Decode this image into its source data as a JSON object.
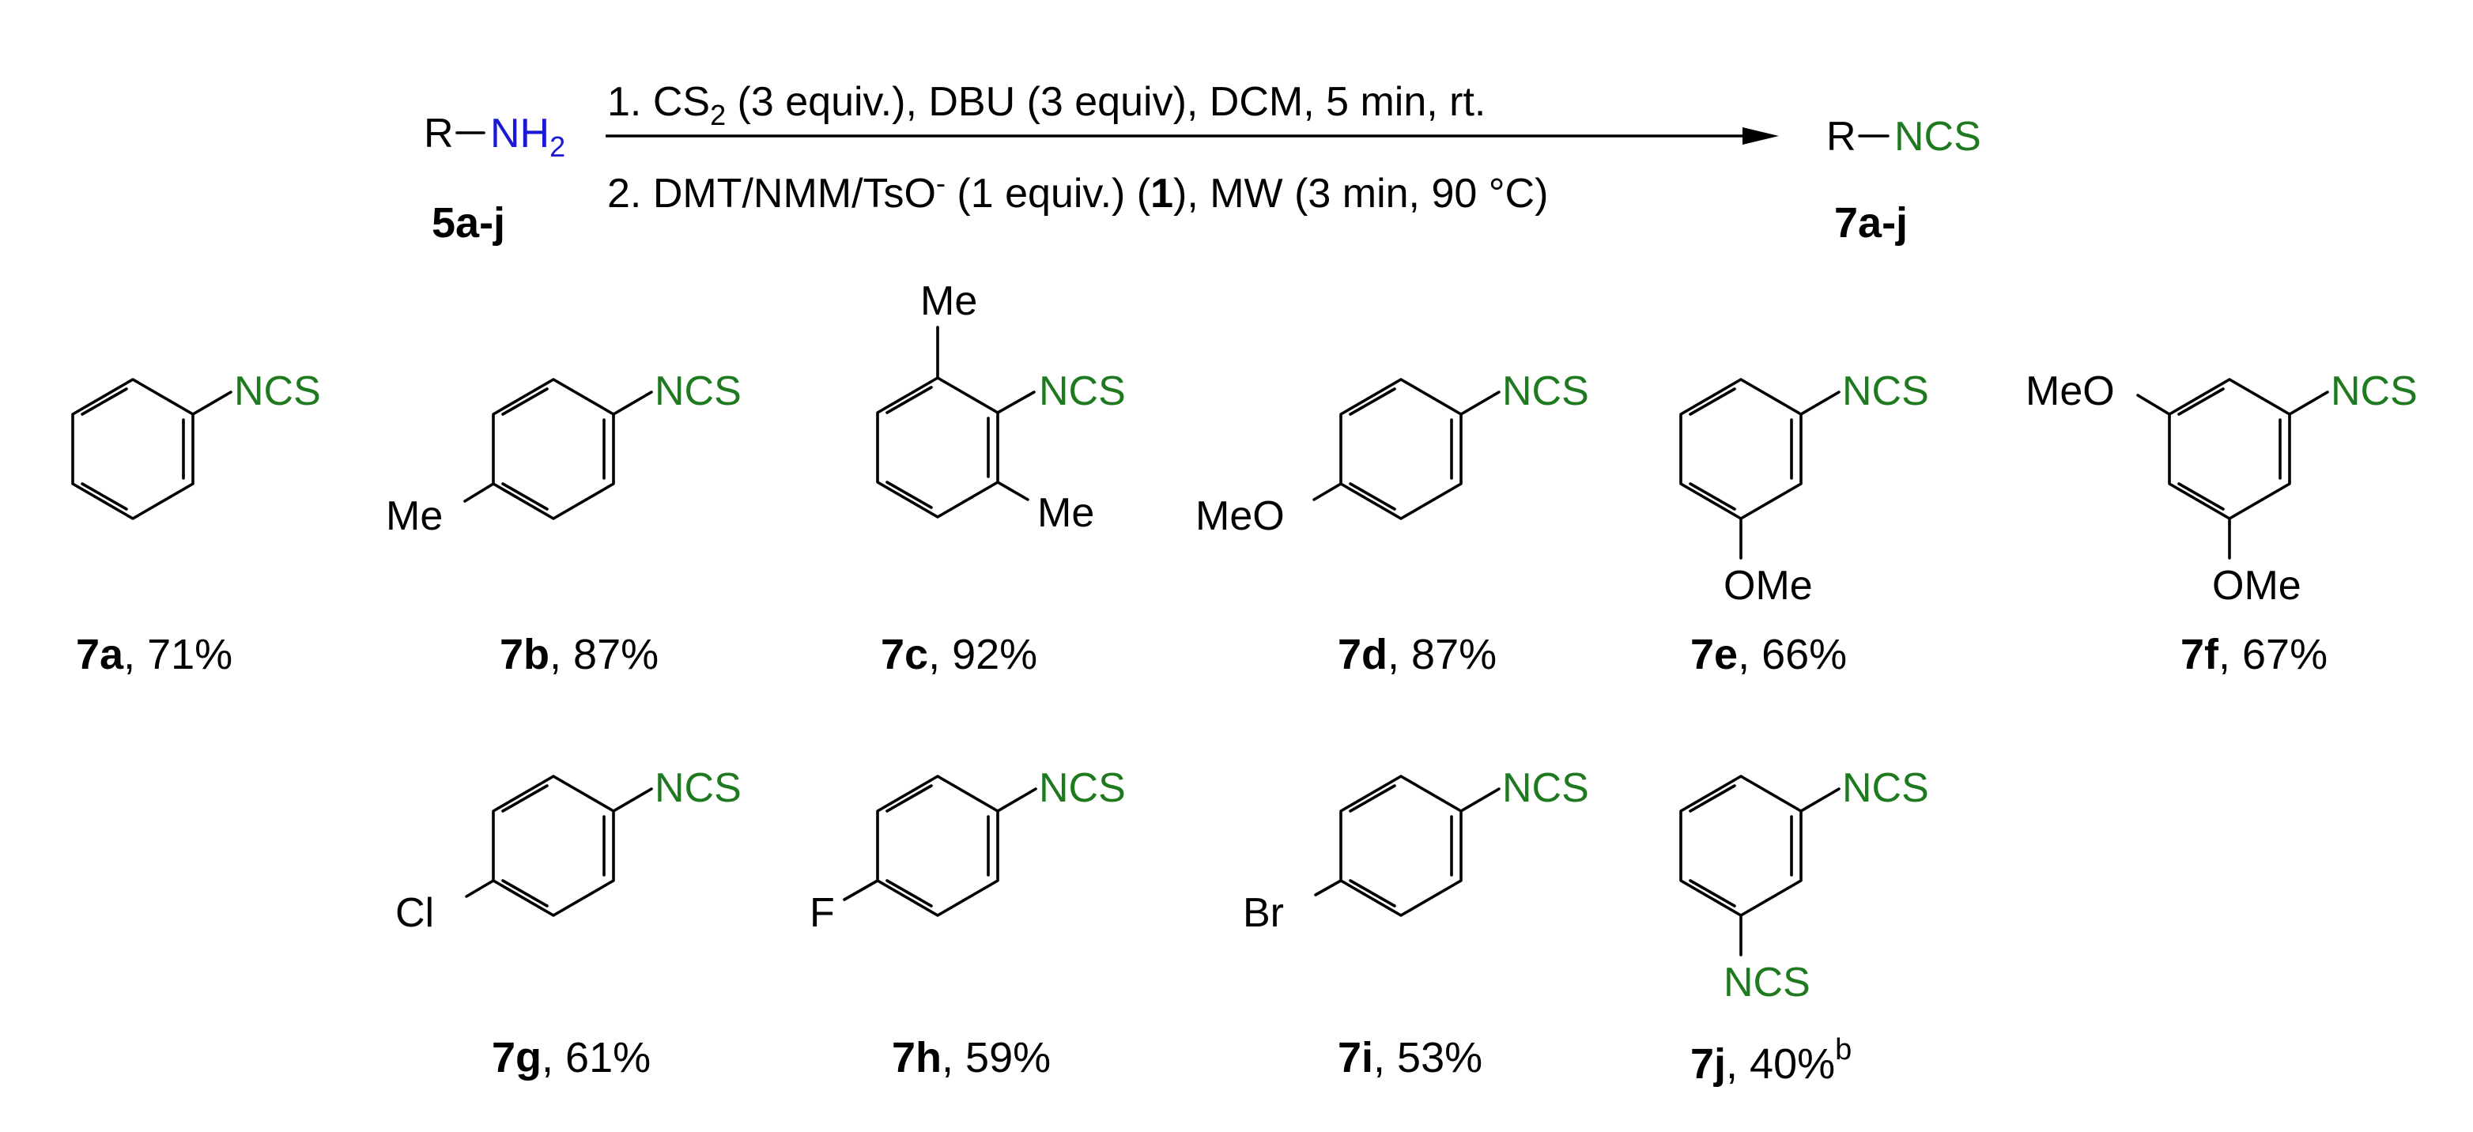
{
  "colors": {
    "ncs": "#1f7a1f",
    "amine_n": "#1a1ad6",
    "bond": "#000000"
  },
  "reaction": {
    "reactant": {
      "r": "R",
      "group": "NH",
      "sub": "2",
      "id": "5a-j"
    },
    "condition1": {
      "a": "1. CS",
      "sub": "2",
      "b": " (3 equiv.), DBU (3 equiv), DCM, 5 min, rt."
    },
    "condition2": {
      "a": "2. DMT/NMM/TsO",
      "sup": "-",
      "b": " (1 equiv.) (",
      "bold": "1",
      "c": "), MW (3 min, 90 °C)"
    },
    "product": {
      "r": "R",
      "group": "NCS",
      "id": "7a-j"
    }
  },
  "compounds": [
    {
      "id": "7a",
      "yield": ", 71%",
      "ncs": "NCS"
    },
    {
      "id": "7b",
      "yield": ", 87%",
      "ncs": "NCS",
      "sub": "Me"
    },
    {
      "id": "7c",
      "yield": ", 92%",
      "ncs": "NCS",
      "sub1": "Me",
      "sub2": "Me"
    },
    {
      "id": "7d",
      "yield": ", 87%",
      "ncs": "NCS",
      "sub": "MeO"
    },
    {
      "id": "7e",
      "yield": ", 66%",
      "ncs": "NCS",
      "sub": "OMe"
    },
    {
      "id": "7f",
      "yield": ", 67%",
      "ncs": "NCS",
      "sub1": "MeO",
      "sub2": "OMe"
    },
    {
      "id": "7g",
      "yield": ", 61%",
      "ncs": "NCS",
      "sub": "Cl"
    },
    {
      "id": "7h",
      "yield": ", 59%",
      "ncs": "NCS",
      "sub": "F"
    },
    {
      "id": "7i",
      "yield": ", 53%",
      "ncs": "NCS",
      "sub": "Br"
    },
    {
      "id": "7j",
      "yield": ", 40%",
      "ncs": "NCS",
      "ncs2": "NCS",
      "note": "b"
    }
  ]
}
